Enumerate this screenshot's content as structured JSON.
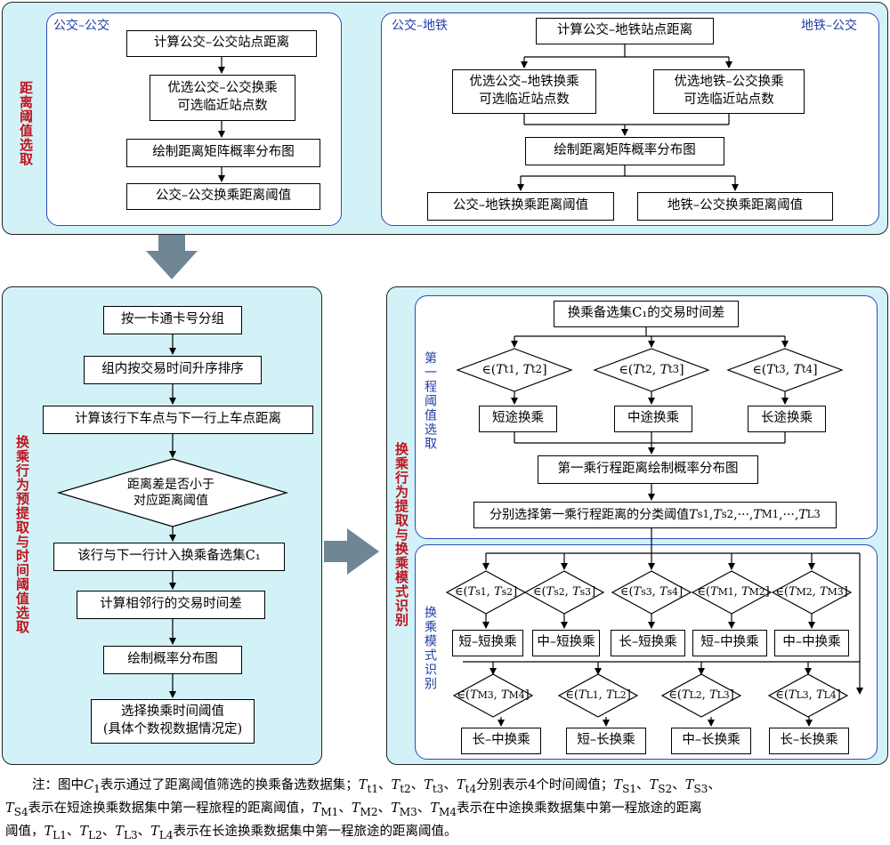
{
  "top": {
    "side_label": "距离阈值选取",
    "left_title": "公交–公交",
    "right_title_left": "公交–地铁",
    "right_title_right": "地铁–公交",
    "bb_steps": [
      "计算公交–公交站点距离",
      "优选公交–公交换乘\n可选临近站点数",
      "绘制距离矩阵概率分布图",
      "公交–公交换乘距离阈值"
    ],
    "bm_top": "计算公交–地铁站点距离",
    "bm_left": "优选公交–地铁换乘\n可选临近站点数",
    "bm_right": "优选地铁–公交换乘\n可选临近站点数",
    "bm_mid": "绘制距离矩阵概率分布图",
    "bm_out_left": "公交–地铁换乘距离阈值",
    "bm_out_right": "地铁–公交换乘距离阈值"
  },
  "left_panel": {
    "side_label": "换乘行为预提取与时间阈值选取",
    "steps": [
      "按一卡通卡号分组",
      "组内按交易时间升序排序",
      "计算该行下车点与下一行上车点距离"
    ],
    "decision": "距离差是否小于\n对应距离阈值",
    "steps2": [
      "该行与下一行计入换乘备选集C₁",
      "计算相邻行的交易时间差",
      "绘制概率分布图",
      "选择换乘时间阈值\n(具体个数视数据情况定)"
    ]
  },
  "right_panel": {
    "side_label": "换乘行为提取与换乘模式识别",
    "sec1_label": "第一程阈值选取",
    "sec2_label": "换乘模式识别",
    "top_box": "换乘备选集C₁的交易时间差",
    "time_conds": [
      "∈(Tt1, Tt2]",
      "∈(Tt2, Tt3]",
      "∈(Tt3, Tt4]"
    ],
    "time_classes": [
      "短途换乘",
      "中途换乘",
      "长途换乘"
    ],
    "dist_plot": "第一乘行程距离绘制概率分布图",
    "dist_thresh": "分别选择第一乘行程距离的分类阈值Ts1,Ts2,···,TM1,···,TL3",
    "row1_conds": [
      "∈(Ts1, Ts2]",
      "∈(Ts2, Ts3]",
      "∈(Ts3, Ts4]",
      "∈(TM1, TM2]",
      "∈(TM2, TM3]"
    ],
    "row1_classes": [
      "短–短换乘",
      "中–短换乘",
      "长–短换乘",
      "短–中换乘",
      "中–中换乘"
    ],
    "row2_conds": [
      "∈(TM3, TM4]",
      "∈(TL1, TL2]",
      "∈(TL2, TL3]",
      "∈(TL3, TL4]"
    ],
    "row2_classes": [
      "长–中换乘",
      "短–长换乘",
      "中–长换乘",
      "长–长换乘"
    ]
  },
  "note": {
    "line1": "注：图中C₁表示通过了距离阈值筛选的换乘备选数据集；Tt1、Tt2、Tt3、Tt4分别表示4个时间阈值；TS1、TS2、TS3、",
    "line2": "TS4表示在短途换乘数据集中第一程旅程的距离阈值，TM1、TM2、TM3、TM4表示在中途换乘数据集中第一程旅途的距离",
    "line3": "阈值，TL1、TL2、TL3、TL4表示在长途换乘数据集中第一程旅途的距离阈值。"
  },
  "colors": {
    "panel_fill": "#d2f2f8",
    "inner_border": "#2c4bb5",
    "red_label": "#c0131b",
    "blue_label": "#1f3ca6",
    "big_arrow": "#6f8794"
  }
}
